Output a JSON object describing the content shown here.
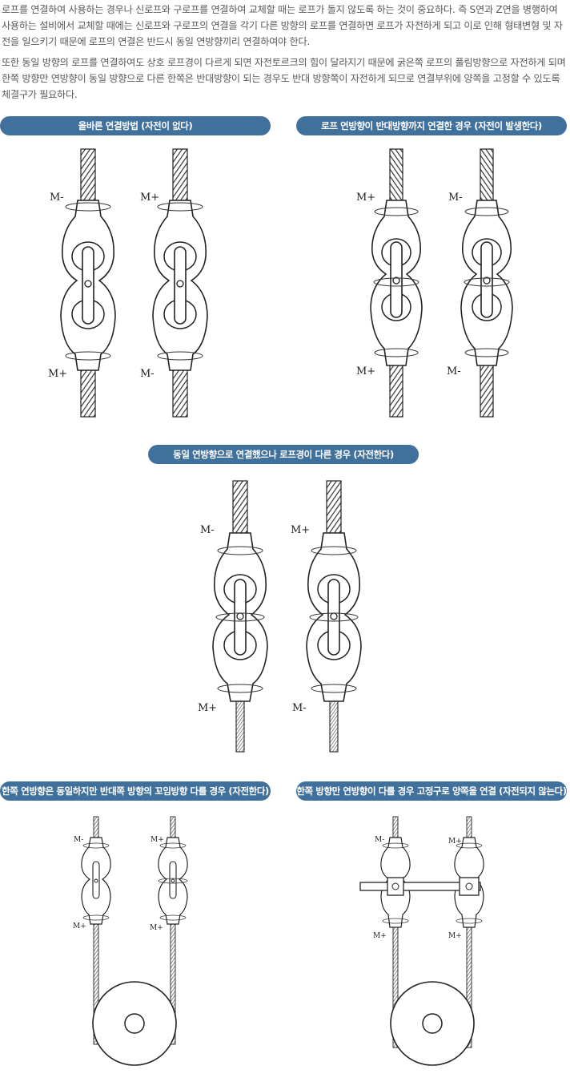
{
  "intro": {
    "p1": "로프를 연결하여 사용하는 경우나 신로프와 구로프를 연결하여 교체할 때는 로프가 돌지 않도록 하는 것이 중요하다. 즉 S연과 Z연을 병행하여 사용하는 설비에서 교체할 때에는 신로프와 구로프의 연결을 각기 다른 방향의 로프를 연결하면 로프가 자전하게 되고 이로 인해 형태변형 및 자전을 일으키기 때문에 로프의 연결은 반드시 동일 연방향끼리 연결하여야 한다.",
    "p2": "또한 동일 방향의 로프를 연결하여도 상호 로프경이 다르게 되면 자전토르크의 힘이 달라지기 때문에 굵은쪽 로프의 풀림방향으로 자전하게 되며 한쪽 방향만 연방향이 동일 방향으로 다른 한쪽은 반대방향이 되는 경우도 반대 방향쪽이 자전하게 되므로 연결부위에 양쪽을 고정할 수 있도록 체결구가 필요하다."
  },
  "sections": [
    {
      "title": "올바른 연결방법 (자전이 없다)",
      "labels": [
        "M-",
        "M+",
        "M+",
        "M-"
      ]
    },
    {
      "title": "로프 연방향이 반대방향까지 연결한 경우 (자전이 발생한다)",
      "labels": [
        "M+",
        "M-",
        "M+",
        "M-"
      ]
    },
    {
      "title": "동일 연방향으로 연결했으나 로프경이 다른 경우 (자전한다)",
      "labels": [
        "M-",
        "M+",
        "M+",
        "M-"
      ]
    },
    {
      "title": "한쪽 연방향은 동일하지만 반대쪽 방향의 꼬임방향 다를 경우 (자전한다)",
      "labels": [
        "M-",
        "M+",
        "M+",
        "M+"
      ]
    },
    {
      "title": "한쪽 방향만 연방향이 다를 경우 고정구로 양쪽을 연결 (자전되지 않는다)",
      "labels": [
        "M-",
        "M+",
        "M+",
        "M+"
      ]
    }
  ],
  "colors": {
    "pill": "#40709c"
  }
}
